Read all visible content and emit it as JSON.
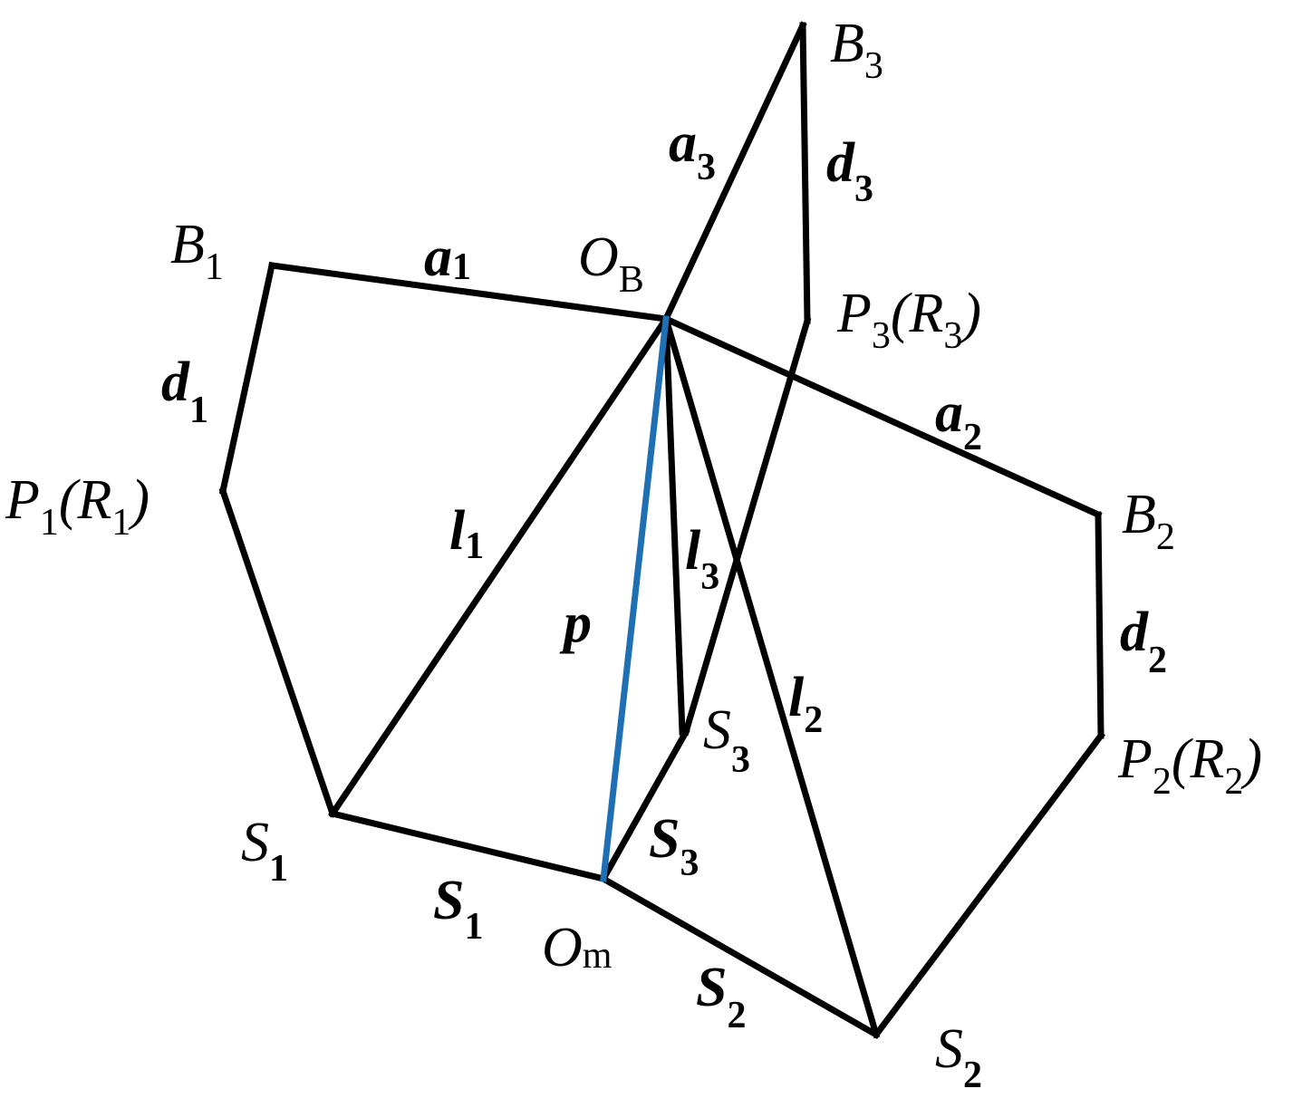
{
  "colors": {
    "line": "#000000",
    "highlight": "#1f6fb5"
  },
  "points": {
    "B1": {
      "base": "B",
      "sub": "1"
    },
    "B2": {
      "base": "B",
      "sub": "2"
    },
    "B3": {
      "base": "B",
      "sub": "3"
    },
    "OB": {
      "base": "O",
      "sub": "B"
    },
    "Om": {
      "base": "O",
      "sub": "m"
    },
    "S1": {
      "base": "S",
      "sub": "1"
    },
    "S2": {
      "base": "S",
      "sub": "2"
    },
    "S3": {
      "base": "S",
      "sub": "3"
    },
    "P1": {
      "base": "P",
      "sub": "1",
      "paren": "R",
      "paren_sub": "1"
    },
    "P2": {
      "base": "P",
      "sub": "2",
      "paren": "R",
      "paren_sub": "2"
    },
    "P3": {
      "base": "P",
      "sub": "3",
      "paren": "R",
      "paren_sub": "3"
    }
  },
  "vectors": {
    "a1": {
      "base": "a",
      "sub": "1"
    },
    "a2": {
      "base": "a",
      "sub": "2"
    },
    "a3": {
      "base": "a",
      "sub": "3"
    },
    "d1": {
      "base": "d",
      "sub": "1"
    },
    "d2": {
      "base": "d",
      "sub": "2"
    },
    "d3": {
      "base": "d",
      "sub": "3"
    },
    "l1": {
      "base": "l",
      "sub": "1"
    },
    "l2": {
      "base": "l",
      "sub": "2"
    },
    "l3": {
      "base": "l",
      "sub": "3"
    },
    "s1": {
      "base": "S",
      "sub": "1"
    },
    "s2": {
      "base": "S",
      "sub": "2"
    },
    "s3": {
      "base": "S",
      "sub": "3"
    },
    "p": {
      "base": "p"
    }
  }
}
